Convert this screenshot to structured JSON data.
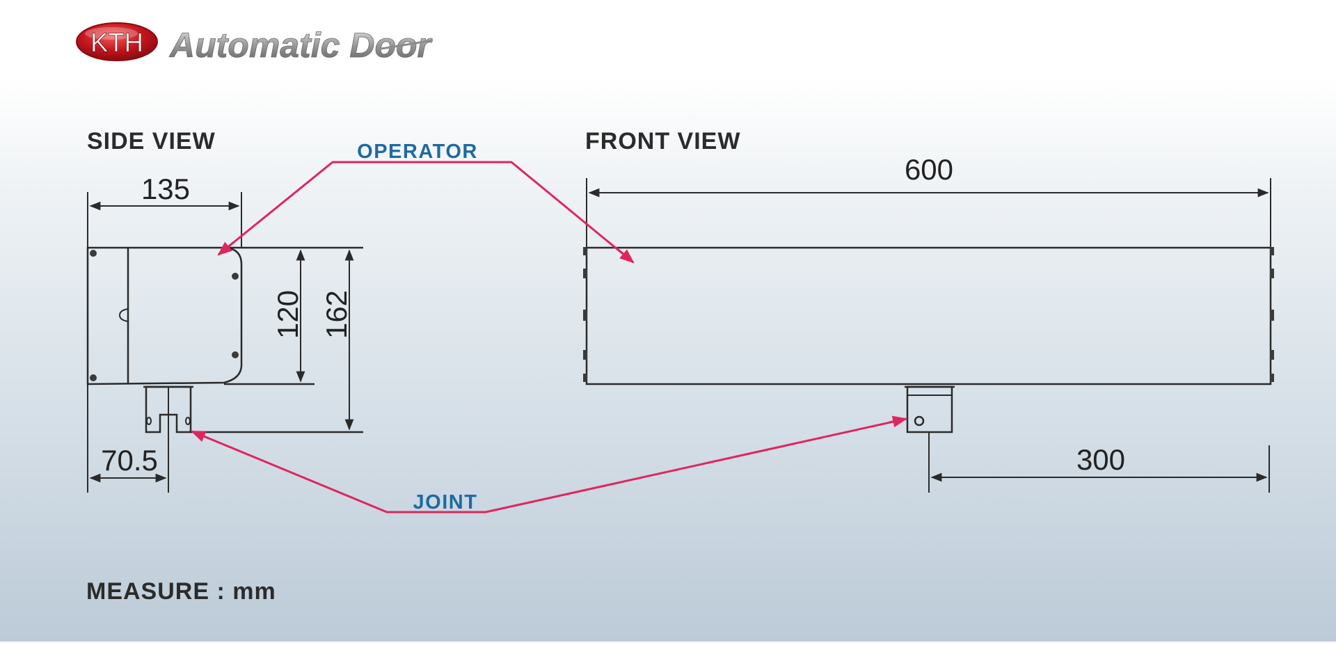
{
  "logo": {
    "brand": "KTH",
    "product": "Automatic Door"
  },
  "headings": {
    "side_view": "SIDE VIEW",
    "front_view": "FRONT VIEW"
  },
  "callouts": {
    "operator": "OPERATOR",
    "joint": "JOINT"
  },
  "side_dims": {
    "width": "135",
    "body_height": "120",
    "total_height": "162",
    "joint_offset": "70.5"
  },
  "front_dims": {
    "length": "600",
    "joint_position": "300"
  },
  "footer": {
    "measure": "MEASURE : mm"
  },
  "colors": {
    "callout_text": "#1e6aa2",
    "leader_line": "#e0245e",
    "logo_red": "#c4141c"
  }
}
